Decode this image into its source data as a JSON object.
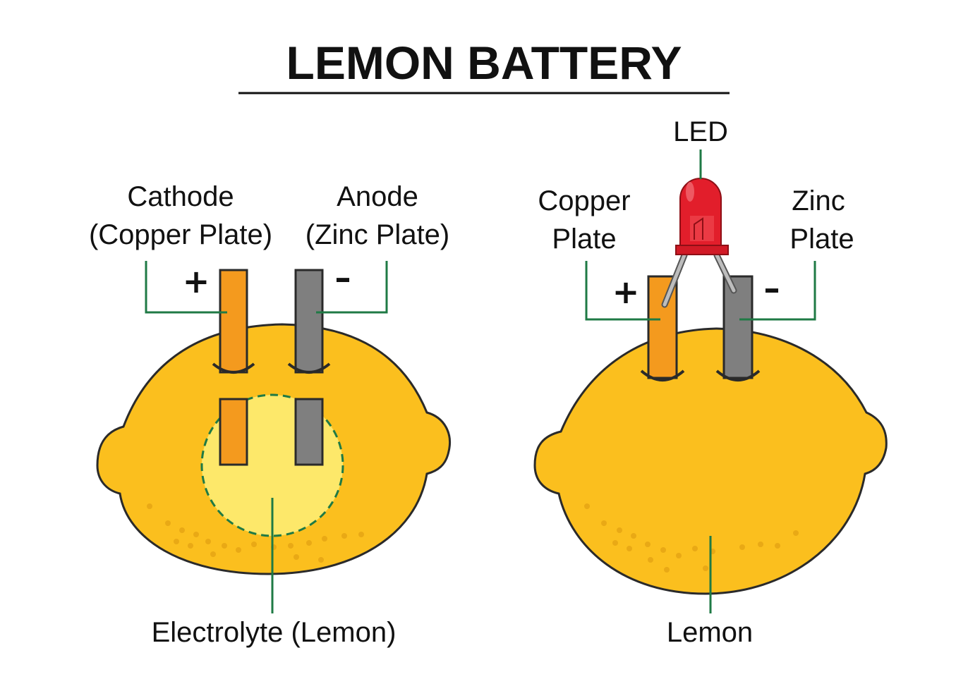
{
  "title": "LEMON BATTERY",
  "left": {
    "cathode": {
      "line1": "Cathode",
      "line2": "(Copper Plate)",
      "sign": "+"
    },
    "anode": {
      "line1": "Anode",
      "line2": "(Zinc Plate)",
      "sign": "–"
    },
    "electrolyte": "Electrolyte (Lemon)"
  },
  "right": {
    "led": "LED",
    "copper": {
      "line1": "Copper",
      "line2": "Plate",
      "sign": "+"
    },
    "zinc": {
      "line1": "Zinc",
      "line2": "Plate",
      "sign": "–"
    },
    "lemon": "Lemon"
  },
  "colors": {
    "lemon": "#FBBF1E",
    "lemon_shade": "#E9A915",
    "outline": "#2A2A2A",
    "copper": "#F49A1E",
    "zinc": "#7F7F7F",
    "electrolyte": "#FDE86A",
    "leader": "#1F7A45",
    "led": "#E21E2B"
  }
}
